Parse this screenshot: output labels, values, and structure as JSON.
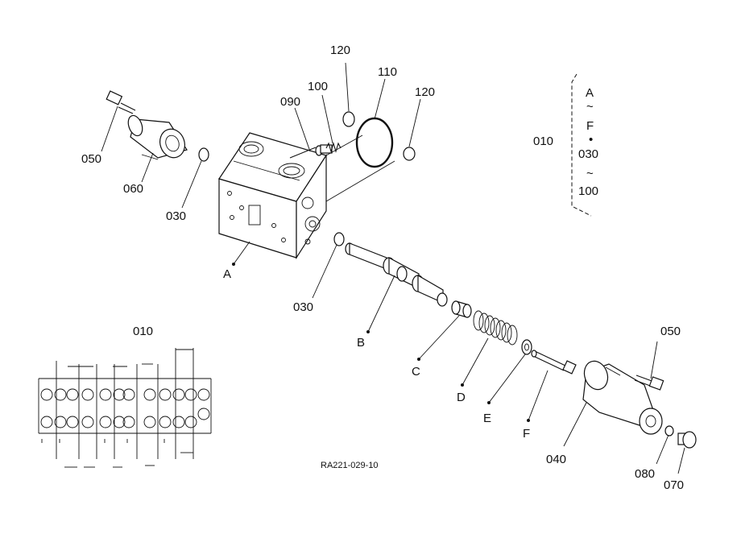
{
  "labels": {
    "p010_main": "010",
    "p120_left": "120",
    "p110": "110",
    "p120_right": "120",
    "p100": "100",
    "p090": "090",
    "p050_left": "050",
    "p060": "060",
    "p030_top": "030",
    "p030_mid": "030",
    "pA": "A",
    "pB": "B",
    "pC": "C",
    "pD": "D",
    "pE": "E",
    "pF": "F",
    "p050_right": "050",
    "p040": "040",
    "p080": "080",
    "p070": "070",
    "p010_inset": "010"
  },
  "bracket_set": {
    "line1": "A",
    "line2": "~",
    "line3": "F",
    "line4": "•",
    "line5": "030",
    "line6": "~",
    "line7": "100"
  },
  "reference_code": "RA221-029-10"
}
